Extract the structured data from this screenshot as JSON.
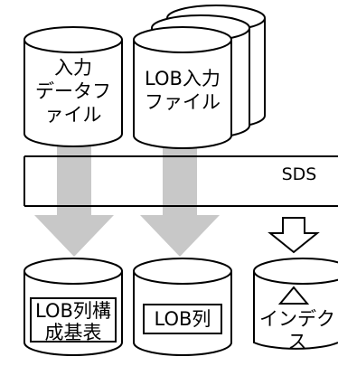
{
  "nodes": {
    "input_data_file": {
      "lines": [
        "入力",
        "データフ",
        "ァイル"
      ]
    },
    "lob_input_file": {
      "lines": [
        "LOB入力",
        "ファイル"
      ]
    },
    "sds": {
      "label": "SDS"
    },
    "lob_column_table": {
      "lines": [
        "LOB列構",
        "成基表"
      ]
    },
    "lob_column": {
      "label": "LOB列"
    },
    "index": {
      "lines": [
        "インデク",
        "ス"
      ]
    }
  },
  "colors": {
    "stroke": "#000000",
    "fill": "#ffffff",
    "arrow_fill": "#c8c8c8"
  },
  "icons": {
    "index_symbol": "triangle-up-icon",
    "sds_arrow": "down-arrow-outline-icon"
  }
}
